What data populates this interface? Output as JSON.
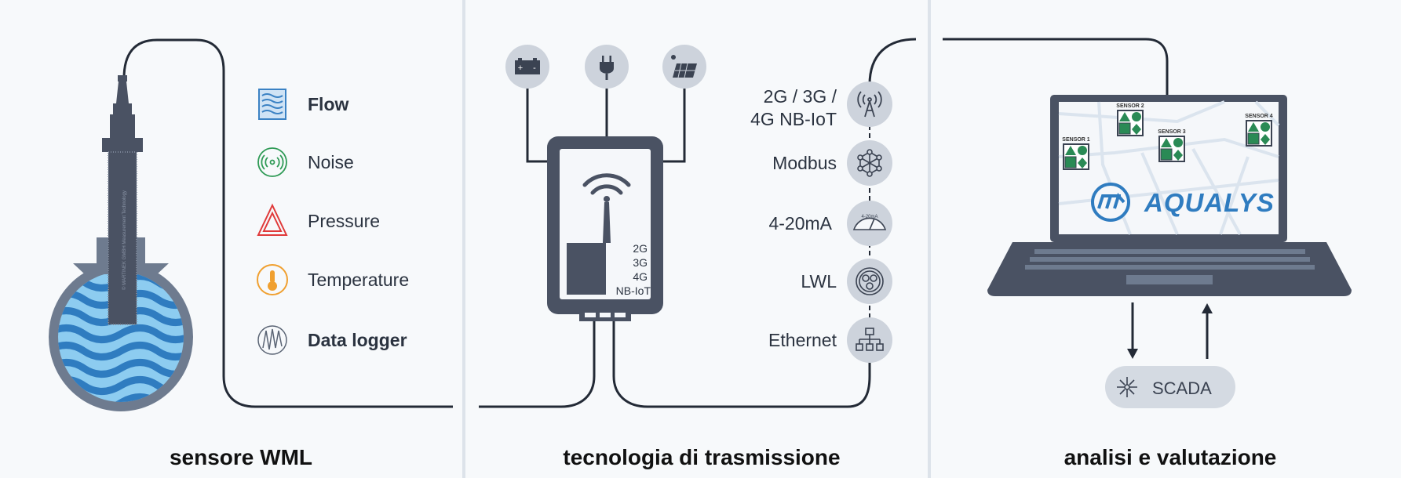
{
  "panels": [
    {
      "title": "sensore WML",
      "measurements": [
        {
          "label": "Flow",
          "icon": "flow-icon",
          "color": "#3b82c4",
          "bold": true
        },
        {
          "label": "Noise",
          "icon": "noise-icon",
          "color": "#2e9a55",
          "bold": false
        },
        {
          "label": "Pressure",
          "icon": "pressure-icon",
          "color": "#e03a3a",
          "bold": false
        },
        {
          "label": "Temperature",
          "icon": "thermometer-icon",
          "color": "#f0a030",
          "bold": false
        },
        {
          "label": "Data logger",
          "icon": "data-logger-icon",
          "color": "#5a6474",
          "bold": true
        }
      ],
      "probe_watermark": "© MARTINEK GMBH Measurement Technology"
    },
    {
      "title": "tecnologia di trasmissione",
      "power_sources": [
        "battery-icon",
        "plug-icon",
        "solar-panel-icon"
      ],
      "battery_marks": [
        "+",
        "-"
      ],
      "device_labels": [
        "2G",
        "3G",
        "4G",
        "NB-IoT"
      ],
      "interfaces": [
        {
          "label_lines": [
            "2G / 3G /",
            "4G NB-IoT"
          ],
          "icon": "antenna-icon"
        },
        {
          "label_lines": [
            "Modbus"
          ],
          "icon": "network-nodes-icon"
        },
        {
          "label_lines": [
            "4-20mA"
          ],
          "icon": "gauge-icon",
          "icon_text": "4-20mA"
        },
        {
          "label_lines": [
            "LWL"
          ],
          "icon": "fiber-optic-icon"
        },
        {
          "label_lines": [
            "Ethernet"
          ],
          "icon": "ethernet-icon"
        }
      ]
    },
    {
      "title": "analisi e valutazione",
      "sensors": [
        "SENSOR 1",
        "SENSOR 2",
        "SENSOR 3",
        "SENSOR 4"
      ],
      "brand": "AQUALYS",
      "scada_label": "SCADA"
    }
  ],
  "colors": {
    "dark": "#4a5263",
    "accent_blue": "#2f7cc0",
    "sensor_green": "#2a8a55",
    "pill": "#d4dae2"
  }
}
